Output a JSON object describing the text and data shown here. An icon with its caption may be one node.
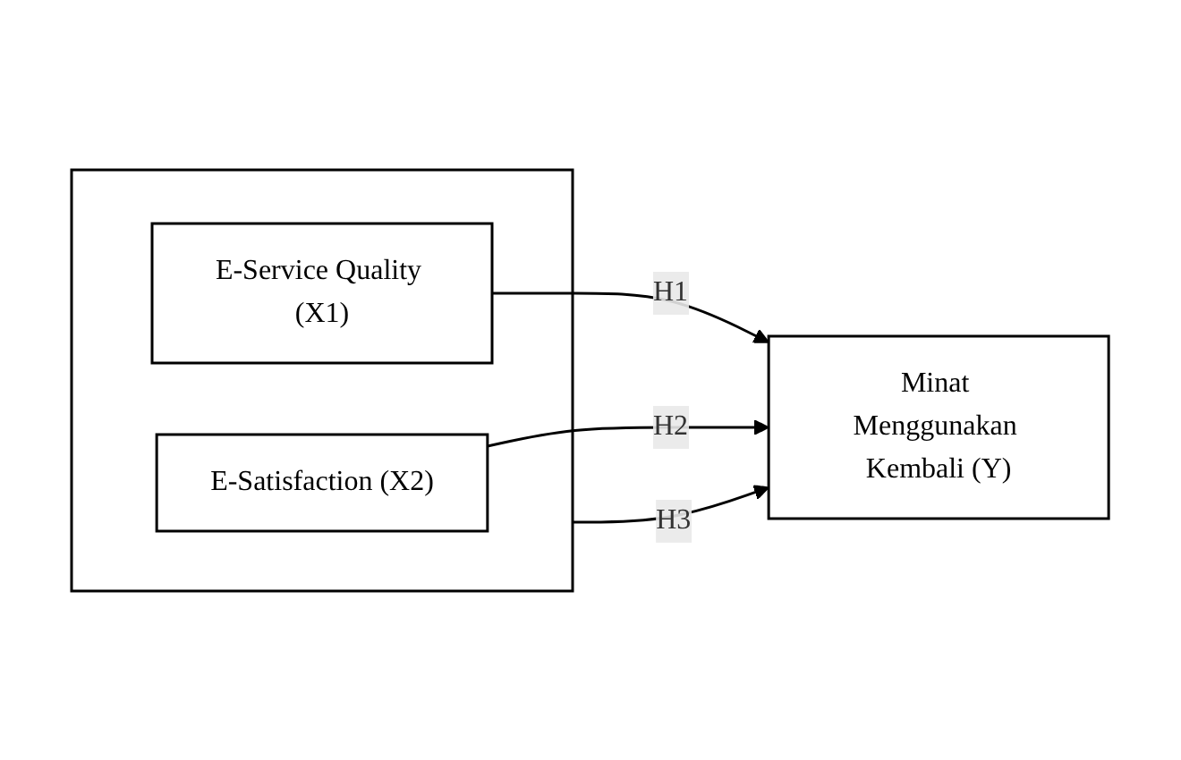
{
  "diagram": {
    "nodes": [
      {
        "text": [],
        "shape": "box"
      },
      {
        "text": [
          "E-Service Quality (X1)"
        ],
        "in": 0
      },
      {
        "text": [
          "E-Satisfaction (X2)"
        ],
        "in": 0
      },
      {
        "text": [
          "Minat Menggunakan Kembali (Y)"
        ]
      }
    ],
    "edges": [
      {
        "from": 1,
        "to": 3,
        "arrow": "to",
        "label": "H1"
      },
      {
        "from": 2,
        "to": 3,
        "arrow": "to",
        "label": "H2"
      },
      {
        "from": 0,
        "to": 3,
        "arrow": "to",
        "label": "H3"
      }
    ]
  }
}
